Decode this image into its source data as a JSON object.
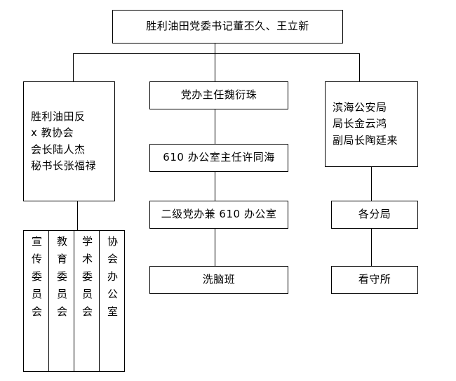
{
  "diagram": {
    "type": "org-chart",
    "title_box": {
      "label": "胜利油田党委书记董丕久、王立新"
    },
    "row2": {
      "left": {
        "lines": [
          "胜利油田反",
          "x 教协会",
          "会长陆人杰",
          "秘书长张福禄"
        ]
      },
      "middle": {
        "label": "党办主任魏衍珠"
      },
      "right": {
        "lines": [
          "滨海公安局",
          "局长金云鸿",
          "副局长陶廷来"
        ]
      }
    },
    "row3": {
      "middle": {
        "label": "610 办公室主任许同海"
      }
    },
    "row4": {
      "middle": {
        "label": "二级党办兼 610 办公室"
      },
      "right": {
        "label": "各分局"
      }
    },
    "row5": {
      "middle": {
        "label": "洗脑班"
      },
      "right": {
        "label": "看守所"
      }
    },
    "committees": {
      "cells": [
        {
          "label": "宣传委员会"
        },
        {
          "label": "教育委员会"
        },
        {
          "label": "学术委员会"
        },
        {
          "label": "协会办公室"
        }
      ]
    },
    "colors": {
      "background": "#ffffff",
      "stroke": "#000000",
      "text": "#000000"
    }
  }
}
